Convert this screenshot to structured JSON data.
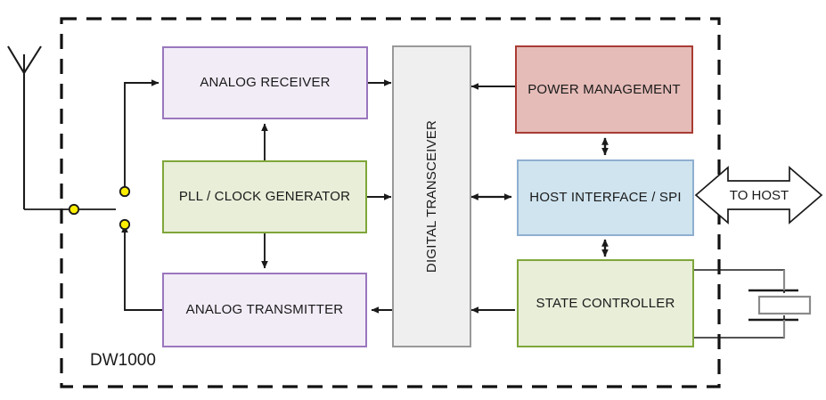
{
  "diagram": {
    "title": "DW1000",
    "chip_boundary_label": "DW1000",
    "blocks": [
      {
        "id": "analog_receiver",
        "label": "ANALOG RECEIVER",
        "fill": "#f2ecf7",
        "stroke": "#9a77bd"
      },
      {
        "id": "pll_clock",
        "label": "PLL / CLOCK GENERATOR",
        "fill": "#e8eed8",
        "stroke": "#7fa63a"
      },
      {
        "id": "analog_transmitter",
        "label": "ANALOG TRANSMITTER",
        "fill": "#f2ecf7",
        "stroke": "#9a77bd"
      },
      {
        "id": "digital_transceiver",
        "label": "DIGITAL TRANSCEIVER",
        "fill": "#efefef",
        "stroke": "#999999"
      },
      {
        "id": "power_management",
        "label": "POWER MANAGEMENT",
        "fill": "#e5bcb8",
        "stroke": "#a83c34"
      },
      {
        "id": "host_interface",
        "label": "HOST INTERFACE / SPI",
        "fill": "#cfe4ef",
        "stroke": "#8fafd0"
      },
      {
        "id": "state_controller",
        "label": "STATE CONTROLLER",
        "fill": "#e8eed8",
        "stroke": "#7fa63a"
      }
    ],
    "external": {
      "antenna": "antenna-symbol",
      "crystal": "crystal-oscillator-symbol",
      "to_host_label": "TO HOST"
    },
    "colors": {
      "line": "#1a1a1a",
      "junction_dot_fill": "#ffee00",
      "junction_dot_stroke": "#1a1a1a",
      "boundary": "#111111",
      "background": "#ffffff"
    }
  }
}
